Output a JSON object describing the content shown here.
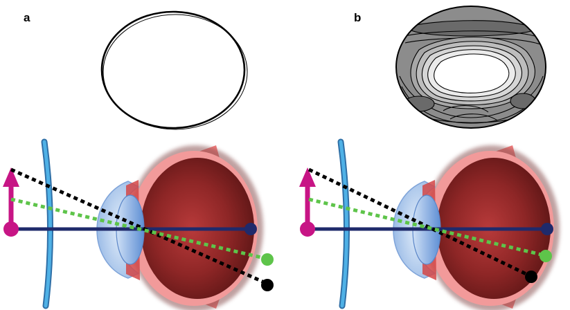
{
  "figure": {
    "panels": [
      {
        "id": "a",
        "label": "a",
        "inset": "ellipse-outline-pair"
      },
      {
        "id": "b",
        "label": "b",
        "inset": "contour-map"
      }
    ],
    "colors": {
      "background": "#ffffff",
      "ellipse_stroke": "#000000",
      "contour_fill_base": "#8c8c8c",
      "contour_fill_dark": "#6a6a6a",
      "contour_fill_center": "#ffffff",
      "object_arrow": "#c71585",
      "optic_axis": "#1f2a6b",
      "corrective_lens": "#3d9bd4",
      "ray_black": "#000000",
      "ray_green": "#5ec44a",
      "eye_globe": "#d94b4b",
      "eye_sclera": "#f3a0a0",
      "cornea": "#a9c8ec",
      "crystalline_lens": "#6fa0dc"
    },
    "icons": [
      "object-arrow-icon",
      "eye-icon",
      "lens-icon"
    ]
  }
}
